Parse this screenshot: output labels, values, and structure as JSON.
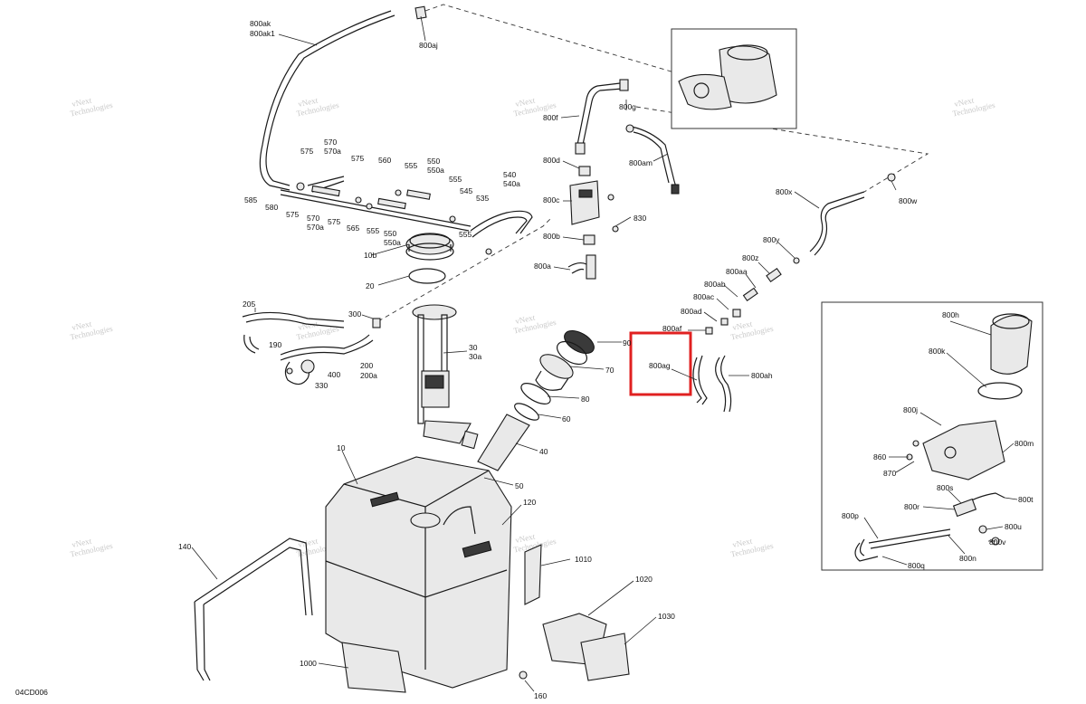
{
  "watermark": {
    "line1": "vNext",
    "line2": "Technologies"
  },
  "diagram_code": "04CD006",
  "highlight": {
    "color": "#e02020",
    "part": "800ag"
  },
  "labels": {
    "p800ak": "800ak",
    "p800ak1": "800ak1",
    "p800aj": "800aj",
    "p800f": "800f",
    "p800g": "800g",
    "p800am": "800am",
    "p800d": "800d",
    "p800c": "800c",
    "p830": "830",
    "p800b": "800b",
    "p800a": "800a",
    "p800x": "800x",
    "p800w": "800w",
    "p800y": "800y",
    "p800z": "800z",
    "p800aa": "800aa",
    "p800ab": "800ab",
    "p800ac": "800ac",
    "p800ad": "800ad",
    "p800af": "800af",
    "p800ag": "800ag",
    "p800ah": "800ah",
    "p570": "570",
    "p570a": "570a",
    "p575a": "575",
    "p575b": "575",
    "p575c": "575",
    "p575d": "575",
    "p560": "560",
    "p555a": "555",
    "p555b": "555",
    "p555c": "555",
    "p555d": "555",
    "p550": "550",
    "p550a": "550a",
    "p550b": "550",
    "p550ab": "550a",
    "p545": "545",
    "p535": "535",
    "p540": "540",
    "p540a": "540a",
    "p585": "585",
    "p580": "580",
    "p570b": "570",
    "p570ab": "570a",
    "p565": "565",
    "p10b": "10b",
    "p20": "20",
    "p205": "205",
    "p300": "300",
    "p190": "190",
    "p400": "400",
    "p330": "330",
    "p200": "200",
    "p200a": "200a",
    "p30": "30",
    "p30a": "30a",
    "p90": "90",
    "p70": "70",
    "p80": "80",
    "p60": "60",
    "p40": "40",
    "p50": "50",
    "p10": "10",
    "p120": "120",
    "p140": "140",
    "p1000": "1000",
    "p1010": "1010",
    "p1020": "1020",
    "p1030": "1030",
    "p160": "160",
    "p800h": "800h",
    "p800k": "800k",
    "p800j": "800j",
    "p860": "860",
    "p870": "870",
    "p800m": "800m",
    "p800s": "800s",
    "p800t": "800t",
    "p800r": "800r",
    "p800u": "800u",
    "p800p": "800p",
    "p800v": "800v",
    "p800q": "800q",
    "p800n": "800n"
  }
}
